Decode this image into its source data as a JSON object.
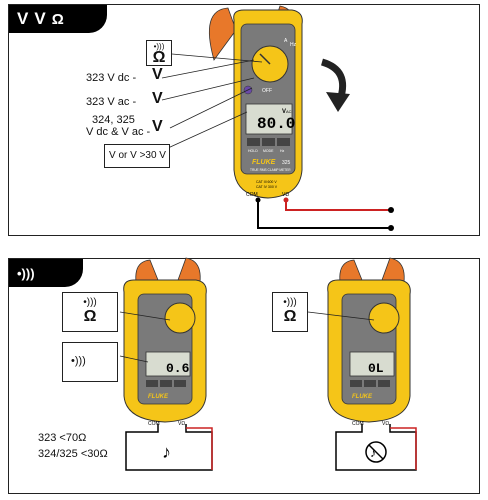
{
  "panel1": {
    "header_symbols": [
      "V",
      "V",
      "Ω"
    ],
    "callout_ohm": "Ω",
    "label_dc": "323 V dc  -",
    "label_ac": "323 V ac  -",
    "label_dcac_line1": "324, 325",
    "label_dcac_line2": "V dc & V ac -",
    "warning_text": "V or V >30 V",
    "warning_or": "or",
    "warning_gt": ">30 V",
    "meter": {
      "display_value": "80.0",
      "display_unit": "V",
      "display_unit_sub": "AC",
      "brand": "FLUKE",
      "model": "325",
      "subtitle": "TRUE RMS CLAMP METER",
      "cat_line1": "CAT III 600 V",
      "cat_line2": "CAT IV 300 V",
      "com_label": "COM",
      "v_label": "VΩ",
      "off_label": "OFF",
      "hz_label": "Hz",
      "amp_label": "A",
      "btn_hold": "HOLD",
      "btn_mode": "MODE",
      "btn_hz": "Hz"
    },
    "colors": {
      "meter_yellow": "#f5c518",
      "jaw_orange": "#e8782a",
      "probe_red": "#cc2222",
      "lcd": "#d8dcd0"
    }
  },
  "panel2": {
    "header_symbol": "•)))",
    "left_callout_ohm": "Ω",
    "right_callout_ohm": "Ω",
    "left_display": "0.6",
    "right_display": "0L",
    "cont_323": "323 <70Ω",
    "cont_324": "324/325 <30Ω",
    "left_meter": {
      "com_label": "COM",
      "v_label": "VΩ",
      "brand": "FLUKE"
    },
    "right_meter": {
      "com_label": "COM",
      "v_label": "VΩ",
      "brand": "FLUKE"
    }
  }
}
